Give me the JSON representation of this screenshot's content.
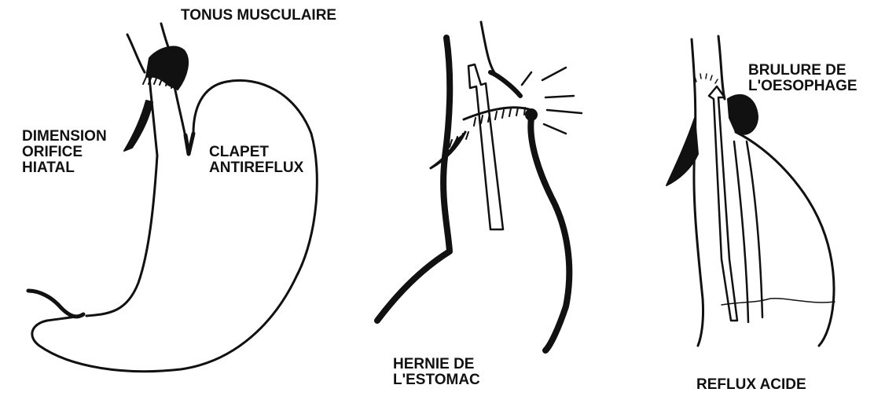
{
  "labels": {
    "tonus": [
      "TONUS MUSCULAIRE"
    ],
    "dimension": [
      "DIMENSION",
      "ORIFICE",
      "HIATAL"
    ],
    "clapet": [
      "CLAPET",
      "ANTIREFLUX"
    ],
    "hernie": [
      "HERNIE DE",
      "L'ESTOMAC"
    ],
    "brulure": [
      "BRULURE DE",
      "L'OESOPHAGE"
    ],
    "reflux": [
      "REFLUX ACIDE"
    ]
  },
  "colors": {
    "ink": "#111111",
    "background": "#ffffff"
  }
}
